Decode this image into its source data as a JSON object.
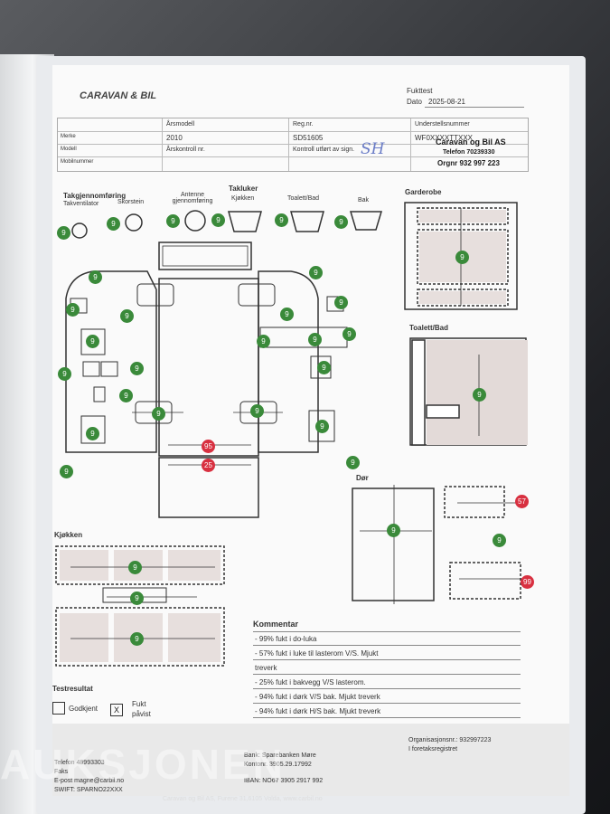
{
  "header": {
    "logo_text": "CARAVAN & BIL",
    "fukttest_label": "Fukttest",
    "dato_label": "Dato",
    "dato_value": "2025-08-21"
  },
  "info_table": {
    "aarsmodell_label": "Årsmodell",
    "aarsmodell_value": "2010",
    "regnr_label": "Reg.nr.",
    "regnr_value": "SD51605",
    "understell_label": "Understellsnummer",
    "understell_value": "WF0XXXXTTXXX",
    "aarskontroll_label": "Årskontroll nr.",
    "kontroll_label": "Kontroll utført av sign.",
    "sign_value": "SH",
    "stamp_line1": "Caravan og Bil AS",
    "stamp_line2": "Telefon 70239330",
    "stamp_line3": "Orgnr 932 997 223",
    "merke_label": "Merke",
    "modell_label": "Modell",
    "mobilnummer_label": "Mobilnummer"
  },
  "sections": {
    "takgjennomforing": "Takgjennomføring",
    "takventilator": "Takventilator",
    "skorstein": "Skorstein",
    "antenne": "Antenne gjennomføring",
    "takluker": "Takluker",
    "kjokken": "Kjøkken",
    "toalett_bad": "Toalett/Bad",
    "bak": "Bak",
    "garderobe": "Garderobe",
    "toalett_bad2": "Toalett/Bad",
    "dor": "Dør",
    "kjokken2": "Kjøkken"
  },
  "readings": {
    "nine": "9",
    "r95": "95",
    "r25": "25",
    "r57": "57",
    "r99": "99"
  },
  "kommentar": {
    "title": "Kommentar",
    "lines": [
      "- 99% fukt i do-luka",
      "- 57% fukt i luke til lasterom V/S. Mjukt",
      "treverk",
      "- 25% fukt i bakvegg V/S lasterom.",
      "- 94% fukt i dørk V/S bak. Mjukt treverk",
      "- 94% fukt i dørk H/S bak. Mjukt treverk"
    ]
  },
  "testresultat": {
    "title": "Testresultat",
    "godkjent": "Godkjent",
    "fukt_pavist_1": "Fukt",
    "fukt_pavist_2": "påvist",
    "mark": "X"
  },
  "footer": {
    "telefon": "Telefon 48993303",
    "faks": "Faks",
    "epost": "E-post magne@carbil.no",
    "swift": "SWIFT: SPARNO22XXX",
    "bank": "Bank: Sparebanken Møre",
    "konto": "Kontonr. 3905.29.17992",
    "iban": "IBAN: NO67 3905 2917 992",
    "org": "Organisasjonsnr.: 932997223",
    "foretak": "I foretaksregistret",
    "address": "Caravan og Bil AS, Furene 31,6105 Volda, www.carbil.no"
  },
  "watermark": "AUKSJONEN"
}
